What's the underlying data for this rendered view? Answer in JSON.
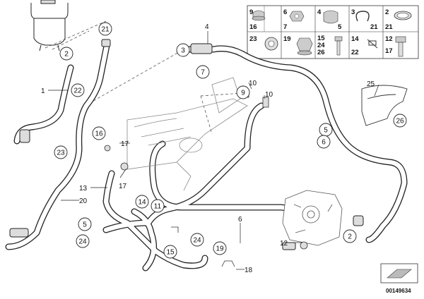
{
  "diagram": {
    "reference_number": "00149634",
    "plain_labels": [
      {
        "id": "l-1",
        "text": "1"
      },
      {
        "id": "l-4",
        "text": "4"
      },
      {
        "id": "l-6",
        "text": "6"
      },
      {
        "id": "l-10a",
        "text": "10"
      },
      {
        "id": "l-10b",
        "text": "10"
      },
      {
        "id": "l-12",
        "text": "12"
      },
      {
        "id": "l-13",
        "text": "13"
      },
      {
        "id": "l-17a",
        "text": "17"
      },
      {
        "id": "l-17b",
        "text": "17"
      },
      {
        "id": "l-18",
        "text": "18"
      },
      {
        "id": "l-20",
        "text": "20"
      },
      {
        "id": "l-25",
        "text": "25"
      }
    ],
    "circled_labels": [
      {
        "id": "c-21",
        "text": "21"
      },
      {
        "id": "c-2a",
        "text": "2"
      },
      {
        "id": "c-22",
        "text": "22"
      },
      {
        "id": "c-3",
        "text": "3"
      },
      {
        "id": "c-7",
        "text": "7"
      },
      {
        "id": "c-9",
        "text": "9"
      },
      {
        "id": "c-16",
        "text": "16"
      },
      {
        "id": "c-23",
        "text": "23"
      },
      {
        "id": "c-5a",
        "text": "5"
      },
      {
        "id": "c-6",
        "text": "6"
      },
      {
        "id": "c-26",
        "text": "26"
      },
      {
        "id": "c-14",
        "text": "14"
      },
      {
        "id": "c-11",
        "text": "11"
      },
      {
        "id": "c-5b",
        "text": "5"
      },
      {
        "id": "c-24a",
        "text": "24"
      },
      {
        "id": "c-15",
        "text": "15"
      },
      {
        "id": "c-24b",
        "text": "24"
      },
      {
        "id": "c-19",
        "text": "19"
      },
      {
        "id": "c-2b",
        "text": "2"
      }
    ],
    "legend_cells": [
      {
        "id": "g-9",
        "text": "9"
      },
      {
        "id": "g-16",
        "text": "16"
      },
      {
        "id": "g-6",
        "text": "6"
      },
      {
        "id": "g-7",
        "text": "7"
      },
      {
        "id": "g-4",
        "text": "4"
      },
      {
        "id": "g-5",
        "text": "5"
      },
      {
        "id": "g-3",
        "text": "3"
      },
      {
        "id": "g-21a",
        "text": "21"
      },
      {
        "id": "g-2",
        "text": "2"
      },
      {
        "id": "g-21b",
        "text": "21"
      },
      {
        "id": "g-23",
        "text": "23"
      },
      {
        "id": "g-19",
        "text": "19"
      },
      {
        "id": "g-15",
        "text": "15"
      },
      {
        "id": "g-24",
        "text": "24"
      },
      {
        "id": "g-26",
        "text": "26"
      },
      {
        "id": "g-14",
        "text": "14"
      },
      {
        "id": "g-22",
        "text": "22"
      },
      {
        "id": "g-12",
        "text": "12"
      },
      {
        "id": "g-17",
        "text": "17"
      }
    ]
  }
}
